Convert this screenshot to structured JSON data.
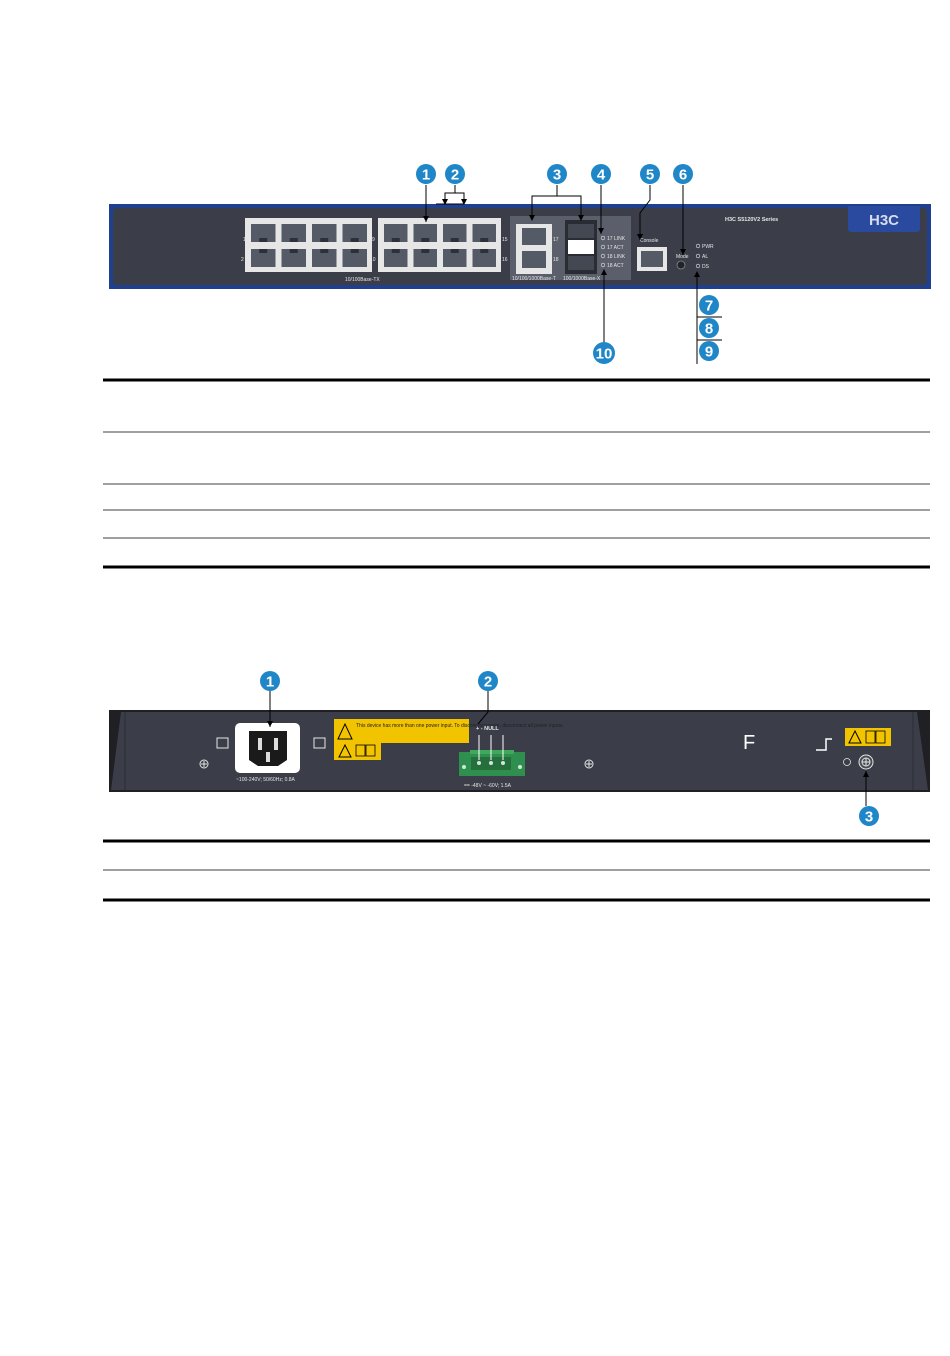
{
  "front_panel": {
    "model_label": "H3C S5120V2 Series",
    "logo": "H3C",
    "port_group_label": "10/100Base-TX",
    "port_numbers": {
      "top_left": "1",
      "bottom_left": "2",
      "top_mid": "9",
      "bottom_mid": "10",
      "top_right": "15",
      "bottom_right": "16"
    },
    "combo_label_1": "10/100/1000Base-T",
    "combo_label_2": "100/1000Base-X",
    "combo_numbers": {
      "top": "17",
      "bottom": "18"
    },
    "port_leds": [
      "17 LINK",
      "17 ACT",
      "18 LINK",
      "18 ACT"
    ],
    "console_label": "Console",
    "mode_label": "Mode",
    "system_leds": [
      "PWR",
      "AL",
      "DS"
    ]
  },
  "front_callouts": [
    "1",
    "2",
    "3",
    "4",
    "5",
    "6",
    "7",
    "8",
    "9",
    "10"
  ],
  "rear_panel": {
    "ac_rating": "~100-240V; 50/60Hz; 0.8A",
    "warning_text": "This device has more than one power input. To disconnect power, disconnect all power inputs.",
    "dc_pins": "+   -   NULL",
    "dc_rating": "== -48V ~ -60V; 1.5A",
    "marks": "F"
  },
  "rear_callouts": [
    "1",
    "2",
    "3"
  ],
  "colors": {
    "callout": "#1f86c7",
    "chassis": "#3b3e48",
    "bezel_border": "#1f3f8f",
    "warning": "#f2c400",
    "terminal": "#2f8f4e"
  }
}
